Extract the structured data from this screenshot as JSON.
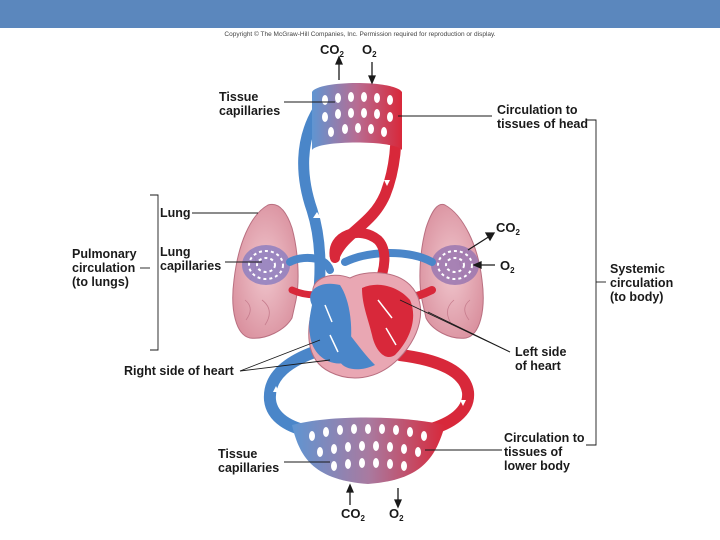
{
  "slide": {
    "accent": "#5b87bd"
  },
  "copyright": "Copyright © The McGraw-Hill Companies, Inc. Permission required for reproduction or display.",
  "colors": {
    "oxygenated": "#d8283a",
    "deoxygenated": "#4a86c9",
    "lung": "#e3a9b3"
  },
  "labels": {
    "tissue_capillaries_top": [
      "Tissue",
      "capillaries"
    ],
    "circulation_head": [
      "Circulation to",
      "tissues of head"
    ],
    "lung": "Lung",
    "lung_capillaries": [
      "Lung",
      "capillaries"
    ],
    "pulmonary": [
      "Pulmonary",
      "circulation",
      "(to lungs)"
    ],
    "systemic": [
      "Systemic",
      "circulation",
      "(to body)"
    ],
    "right_heart": "Right side of heart",
    "left_heart": [
      "Left side",
      "of heart"
    ],
    "tissue_capillaries_bottom": [
      "Tissue",
      "capillaries"
    ],
    "circulation_lower": [
      "Circulation to",
      "tissues of",
      "lower body"
    ]
  },
  "gases": {
    "co2": {
      "main": "CO",
      "sub": "2"
    },
    "o2": {
      "main": "O",
      "sub": "2"
    }
  }
}
